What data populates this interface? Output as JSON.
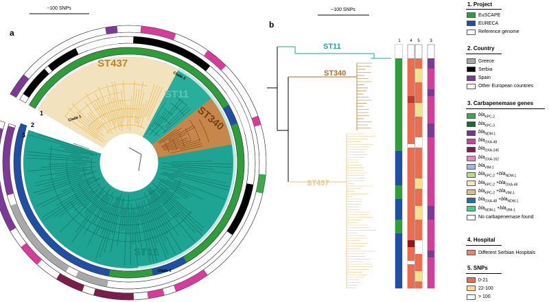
{
  "panels": {
    "a": {
      "letter": "a",
      "scale_label": "~100 SNPs",
      "rings": [
        "1",
        "2",
        "3"
      ],
      "sts": [
        "ST437",
        "ST11",
        "ST340",
        "ST11"
      ],
      "clades": [
        "Clade 1",
        "Clade 2",
        "Clade 3"
      ]
    },
    "b": {
      "letter": "b",
      "scale_label": "~100 SNPs",
      "sts": [
        "ST11",
        "ST340",
        "ST437"
      ],
      "columns": [
        "1",
        "4",
        "5",
        "3"
      ]
    }
  },
  "colors": {
    "st11": "#1fa392",
    "st11_light": "#2aae9c",
    "st340": "#c8874a",
    "st437": "#f2e3be",
    "st437_branch": "#e8b23f",
    "st340_branch": "#b56a22",
    "eu_scape": "#2e9e3a",
    "eureca": "#1f4ea3",
    "greece": "#a8a8a8",
    "serbia": "#000000",
    "spain": "#7b3a98",
    "snp_low": "#ef6b4e",
    "snp_mid": "#f7df8c",
    "snp_high": "#ffffff"
  },
  "legend": {
    "project": {
      "title": "1. Project",
      "items": [
        {
          "label": "EuSCAPE",
          "color": "#2e9e3a"
        },
        {
          "label": "EURECA",
          "color": "#1f4ea3"
        },
        {
          "label": "Reference genome",
          "color": "#ffffff"
        }
      ]
    },
    "country": {
      "title": "2. Country",
      "items": [
        {
          "label": "Greece",
          "color": "#a8a8a8"
        },
        {
          "label": "Serbia",
          "color": "#000000"
        },
        {
          "label": "Spain",
          "color": "#7b3a98"
        },
        {
          "label": "Other European countries",
          "color": "#ffffff"
        }
      ]
    },
    "carbapenemase": {
      "title": "3. Carbapenemase genes",
      "items": [
        {
          "label": "blaKPC-2",
          "color": "#3da84c"
        },
        {
          "label": "blaKPC-3",
          "color": "#1c6b2e"
        },
        {
          "label": "blaNDM-1",
          "color": "#6b3a98"
        },
        {
          "label": "blaOXA-48",
          "color": "#d63c9a"
        },
        {
          "label": "blaOXA-245",
          "color": "#7a1f4a"
        },
        {
          "label": "blaOXA-162",
          "color": "#e88ac0"
        },
        {
          "label": "blaVIM-1",
          "color": "#9fb8dc"
        },
        {
          "label": "blaKPC-2 +blaNDM-1",
          "color": "#b9dd8a"
        },
        {
          "label": "blaKPC-2 +blaOXA-48",
          "color": "#f5e6bd"
        },
        {
          "label": "blaKPC-2 +blaVIM-1",
          "color": "#d9c27a"
        },
        {
          "label": "blaOXA-48 +blaNDM-1",
          "color": "#1f6fb8"
        },
        {
          "label": "blaNDM-1 +blaVIM-1",
          "color": "#3ed18a"
        },
        {
          "label": "No carbapenemase found",
          "color": "#ffffff"
        }
      ]
    },
    "hospital": {
      "title": "4. Hospital",
      "items": [
        {
          "label": "Different Serbian Hospitals",
          "color": "#f0846b"
        }
      ]
    },
    "snps": {
      "title": "5. SNPs",
      "items": [
        {
          "label": "0-21",
          "color": "#ef6b4e"
        },
        {
          "label": "22-100",
          "color": "#f7df8c"
        },
        {
          "label": "> 100",
          "color": "#ffffff"
        }
      ]
    }
  }
}
